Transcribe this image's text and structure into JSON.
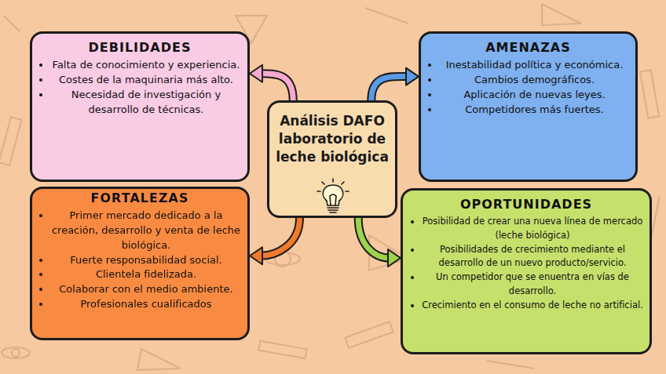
{
  "diagram": {
    "nodes": [
      {
        "text": [
          "DEBILIDADES",
          "Falta de conocimiento y experiencia.",
          "Costes de la maquinaria más alto.",
          "Necesidad de investigación y desarrollo de técnicas."
        ]
      },
      {
        "text": [
          "AMENAZAS",
          "Inestabilidad política y económica.",
          "Cambios demográficos.",
          "Aplicación de nuevas leyes.",
          "Competidores más fuertes."
        ]
      },
      {
        "text": [
          "Análisis DAFO laboratorio de leche biológica"
        ]
      },
      {
        "text": [
          "FORTALEZAS",
          "Primer mercado dedicado a la creación, desarrollo y venta de leche biológica.",
          "Fuerte responsabilidad social.",
          "Clientela fidelizada.",
          "Colaborar con el medio ambiente.",
          "Profesionales cualificados"
        ]
      },
      {
        "text": [
          "OPORTUNIDADES",
          "Posibilidad de crear una nueva línea de mercado (leche biológica)",
          "Posibilidades de crecimiento mediante el desarrollo de un nuevo producto/servicio.",
          "Un competidor que se enuentra en vías de desarrollo.",
          "Crecimiento en el consumo de leche no artificial."
        ]
      }
    ],
    "edges": [
      {
        "from": 2,
        "to": 0,
        "arrow": "to"
      },
      {
        "from": 2,
        "to": 1,
        "arrow": "to"
      },
      {
        "from": 2,
        "to": 3,
        "arrow": "to"
      },
      {
        "from": 2,
        "to": 4,
        "arrow": "to"
      }
    ]
  }
}
